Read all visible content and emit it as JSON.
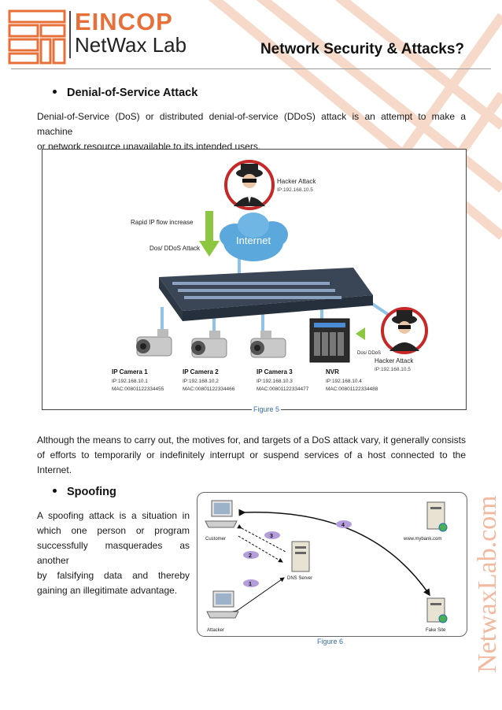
{
  "header": {
    "logo_line1": "EINCOP",
    "logo_line2": "NetWax Lab",
    "doc_title": "Network Security & Attacks?"
  },
  "colors": {
    "brand_orange": "#e7703a",
    "caption_blue": "#3a6fb5",
    "cloud_blue": "#5ba8dc",
    "arrow_green": "#8dc63f"
  },
  "section_dos": {
    "heading": "Denial-of-Service Attack",
    "intro_line1": "Denial-of-Service (DoS) or distributed denial-of-service (DDoS) attack is an attempt to make a machine",
    "intro_line2": "or network resource unavailable to its intended users.",
    "figure": {
      "caption": "Figure 5",
      "hacker_top": {
        "title": "Hacker Attack",
        "ip": "IP:192.168.10.5"
      },
      "flow_label": "Rapid IP flow increase",
      "attack_label": "Dos/ DDoS Attack",
      "cloud_label": "Internet",
      "nvr_side_label": "Dos/ DDoS",
      "hacker_side": {
        "title": "Hacker Attack",
        "ip": "IP:192.168.10.5"
      },
      "devices": [
        {
          "name": "IP Camera 1",
          "ip": "IP:192.168.10.1",
          "mac": "MAC:00801122334455"
        },
        {
          "name": "IP Camera 2",
          "ip": "IP:192.168.10.2",
          "mac": "MAC:00801122334466"
        },
        {
          "name": "IP Camera 3",
          "ip": "IP:192.168.10.3",
          "mac": "MAC:00801122334477"
        },
        {
          "name": "NVR",
          "ip": "IP:192.168.10.4",
          "mac": "MAC:00801122334488"
        }
      ]
    },
    "after_line1": "Although the means to carry out, the motives for, and targets of a DoS attack vary, it generally consists",
    "after_line2": "of efforts to temporarily or indefinitely interrupt or suspend services of a host connected to the",
    "after_line3": "Internet."
  },
  "section_spoofing": {
    "heading": "Spoofing",
    "line1": "A spoofing attack is a situation in",
    "line2": "which one person or program",
    "line3": "successfully masquerades as another",
    "line4": "by falsifying data and thereby",
    "line5": "gaining an illegitimate advantage.",
    "figure": {
      "caption": "Figure 6",
      "customer": "Customer",
      "attacker": "Attacker",
      "dns": "DNS Server",
      "bank": "www.mybank.com",
      "fake": "Fake Site",
      "steps": [
        "1",
        "2",
        "3",
        "4"
      ]
    }
  },
  "watermark": "NetwaxLab.com"
}
